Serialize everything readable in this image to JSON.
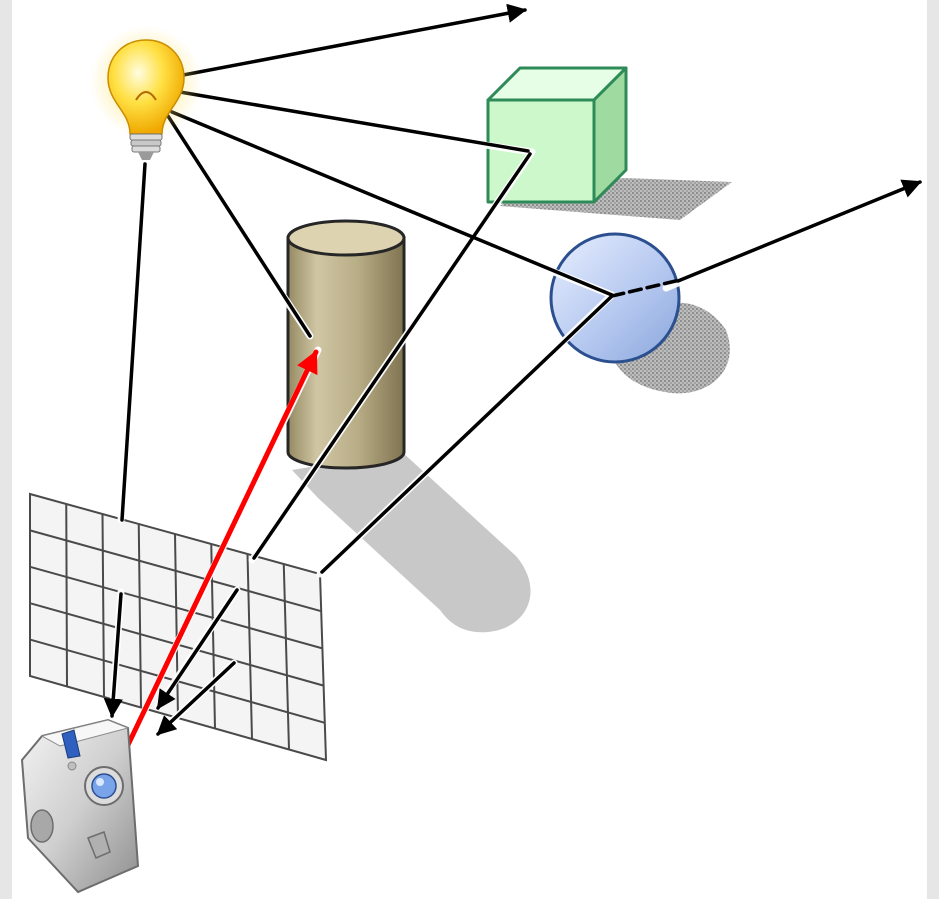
{
  "diagram": {
    "kind": "ray-tracing-illustration",
    "background_color": "#e6e6e6",
    "canvas_color": "#ffffff",
    "objects": [
      {
        "name": "light-bulb",
        "icon": "light-bulb-icon",
        "color": "#ffd21f"
      },
      {
        "name": "cube",
        "icon": "cube-icon",
        "color": "#c9f5c9"
      },
      {
        "name": "cylinder",
        "icon": "cylinder-icon",
        "color": "#b8ae8c"
      },
      {
        "name": "sphere",
        "icon": "sphere-icon",
        "color": "#a9c2ee"
      },
      {
        "name": "image-plane-grid",
        "icon": "grid-icon",
        "rows": 5,
        "columns": 8,
        "color": "#f4f4f4"
      },
      {
        "name": "camera",
        "icon": "camera-icon",
        "color": "#c9c9c9"
      }
    ],
    "rays": [
      {
        "name": "eye-ray-to-cylinder",
        "color": "#ff0000",
        "from": "camera",
        "to": "cylinder"
      },
      {
        "name": "shadow-ray-light-to-cylinder",
        "color": "#000000",
        "from": "light-bulb",
        "to": "cylinder"
      },
      {
        "name": "eye-ray-to-cube",
        "color": "#000000",
        "from": "image-plane-grid",
        "to": "cube"
      },
      {
        "name": "shadow-ray-light-to-cube",
        "color": "#000000",
        "from": "light-bulb",
        "to": "cube"
      },
      {
        "name": "eye-ray-to-sphere",
        "color": "#000000",
        "from": "image-plane-grid",
        "to": "sphere"
      },
      {
        "name": "shadow-ray-light-to-sphere",
        "color": "#000000",
        "from": "light-bulb",
        "to": "sphere"
      },
      {
        "name": "refracted-ray-from-sphere",
        "color": "#000000",
        "from": "sphere",
        "to": "off-canvas"
      },
      {
        "name": "light-ray-to-top",
        "color": "#000000",
        "from": "light-bulb",
        "to": "off-canvas"
      },
      {
        "name": "light-ray-to-grid",
        "color": "#000000",
        "from": "light-bulb",
        "to": "image-plane-grid"
      },
      {
        "name": "return-ray-1",
        "color": "#000000",
        "from": "image-plane-grid",
        "to": "camera"
      },
      {
        "name": "return-ray-2",
        "color": "#000000",
        "from": "image-plane-grid",
        "to": "camera"
      },
      {
        "name": "return-ray-3",
        "color": "#000000",
        "from": "image-plane-grid",
        "to": "camera"
      }
    ]
  }
}
